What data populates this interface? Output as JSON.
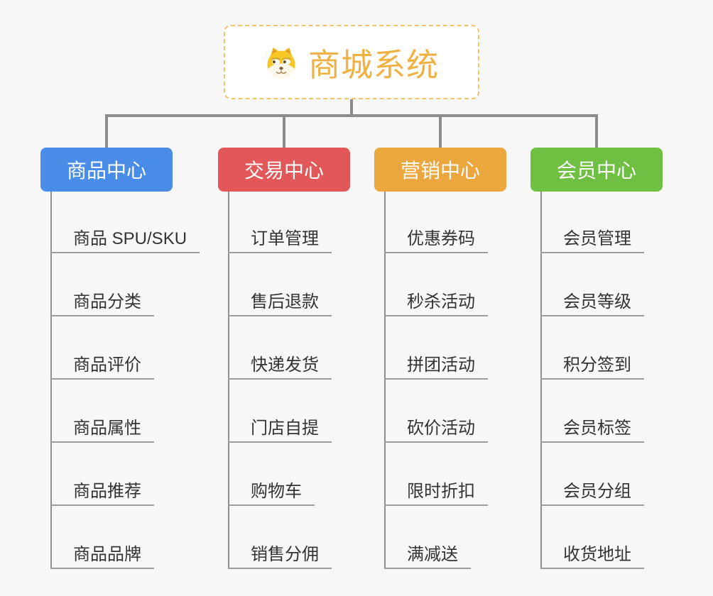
{
  "root": {
    "title": "商城系统",
    "icon": "dog-icon"
  },
  "branches": [
    {
      "label": "商品中心",
      "color": "#4a8de8",
      "children": [
        "商品 SPU/SKU",
        "商品分类",
        "商品评价",
        "商品属性",
        "商品推荐",
        "商品品牌"
      ]
    },
    {
      "label": "交易中心",
      "color": "#e25858",
      "children": [
        "订单管理",
        "售后退款",
        "快递发货",
        "门店自提",
        "购物车",
        "销售分佣"
      ]
    },
    {
      "label": "营销中心",
      "color": "#eba63e",
      "children": [
        "优惠券码",
        "秒杀活动",
        "拼团活动",
        "砍价活动",
        "限时折扣",
        "满减送"
      ]
    },
    {
      "label": "会员中心",
      "color": "#6fc042",
      "children": [
        "会员管理",
        "会员等级",
        "积分签到",
        "会员标签",
        "会员分组",
        "收货地址"
      ]
    }
  ],
  "colors": {
    "background": "#f7f7f7",
    "connector": "#8c8c8c",
    "leaf_underline": "#9c9c9c",
    "leaf_text": "#333333",
    "root_text": "#f0b042",
    "root_border": "#f3c26e",
    "branch_text": "#ffffff"
  }
}
